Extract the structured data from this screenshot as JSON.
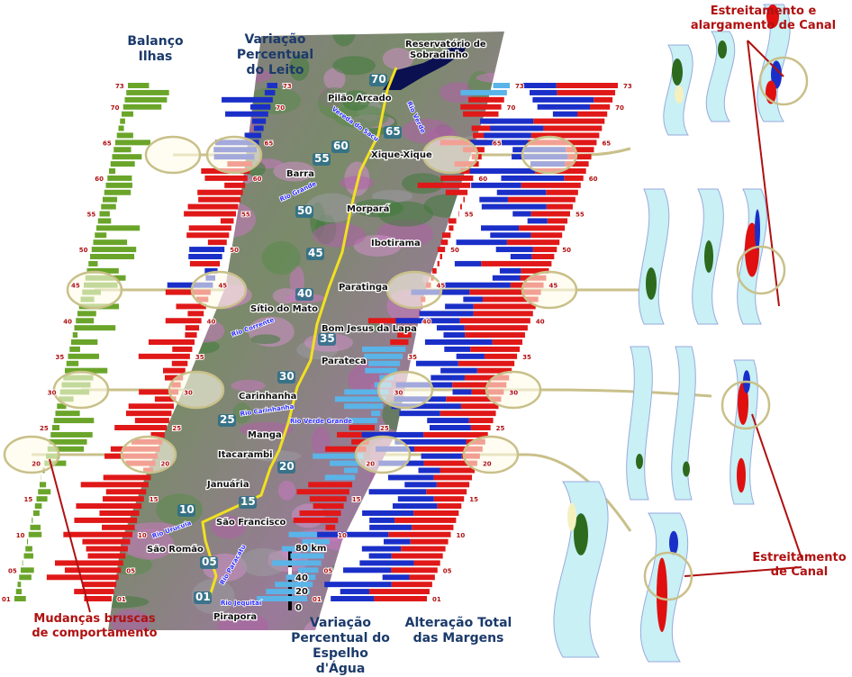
{
  "titles": {
    "balanco": "Balanço Ilhas",
    "leito": "Variação Percentual do Leito",
    "espelho": "Variação Percentual do Espelho d'Água",
    "margens": "Alteração Total das Margens"
  },
  "callouts": {
    "top": "Estreitamento e alargamento de Canal",
    "bottom": "Estreitamento de Canal",
    "left": "Mudanças bruscas de comportamento"
  },
  "map": {
    "cities": [
      "Reservatório de",
      "Sobradinho",
      "Pilão Arcado",
      "Xique-Xique",
      "Barra",
      "Morpará",
      "Ibotirama",
      "Paratinga",
      "Sítio do Mato",
      "Bom Jesus da Lapa",
      "Parateca",
      "Carinhanha",
      "Manga",
      "Itacarambi",
      "Januária",
      "São Francisco",
      "São Romão",
      "Pirapora"
    ],
    "rivers": [
      "Vereda do Sacu",
      "Rio Verde",
      "Rio Grande",
      "Rio Corrente",
      "Rio Carinhanha",
      "Rio Verde Grande",
      "Rio Urucuia",
      "Rio Paracatu",
      "Rio Jequitaí"
    ],
    "km_markers": [
      "70",
      "65",
      "60",
      "55",
      "50",
      "45",
      "40",
      "35",
      "30",
      "25",
      "20",
      "15",
      "10",
      "05",
      "01"
    ],
    "scale": [
      "80 km",
      "40",
      "20",
      "0"
    ]
  },
  "axis_ticks": [
    "73",
    "70",
    "65",
    "60",
    "55",
    "50",
    "45",
    "40",
    "35",
    "30",
    "25",
    "20",
    "15",
    "10",
    "05",
    "01"
  ],
  "colors": {
    "green": "#6aa52a",
    "red": "#e01818",
    "blue": "#1a2fc8",
    "lightblue": "#5ab4e8",
    "title": "#1b3a6b",
    "callout": "#b01010",
    "ellipse": "#c9c08a",
    "channel": "#c8f0f5"
  }
}
